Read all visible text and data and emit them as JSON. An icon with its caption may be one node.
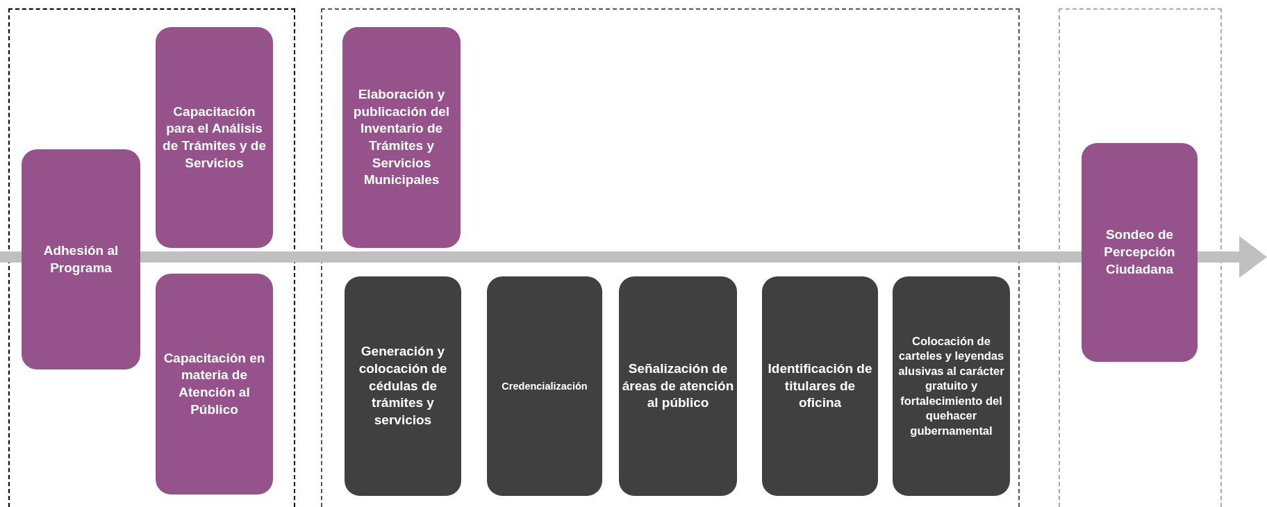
{
  "diagram": {
    "nodes": [
      {
        "text": [],
        "shape": "box"
      },
      {
        "text": [
          "Adhesión al Programa"
        ],
        "in": 0
      },
      {
        "text": [
          "Capacitación para el Análisis de Trámites y de Servicios"
        ],
        "in": 0
      },
      {
        "text": [
          "Capacitación en materia de Atención al Público"
        ],
        "in": 0
      },
      {
        "text": [],
        "shape": "box"
      },
      {
        "text": [
          "Elaboración y publicación del Inventario de Trámites y Servicios Municipales"
        ],
        "in": 4
      },
      {
        "text": [
          "Generación y colocación de cédulas de trámites y servicios"
        ],
        "in": 4
      },
      {
        "text": [
          "Credencialización"
        ],
        "in": 4
      },
      {
        "text": [
          "Señalización de áreas de atención al público"
        ],
        "in": 4
      },
      {
        "text": [
          "Identificación de titulares de oficina"
        ],
        "in": 4
      },
      {
        "text": [
          "Colocación de carteles y leyendas alusivas al carácter gratuito y fortalecimiento del quehacer gubernamental"
        ],
        "in": 4
      },
      {
        "text": [],
        "shape": "box"
      },
      {
        "text": [
          "Sondeo de Percepción Ciudadana"
        ],
        "in": 11
      }
    ]
  }
}
